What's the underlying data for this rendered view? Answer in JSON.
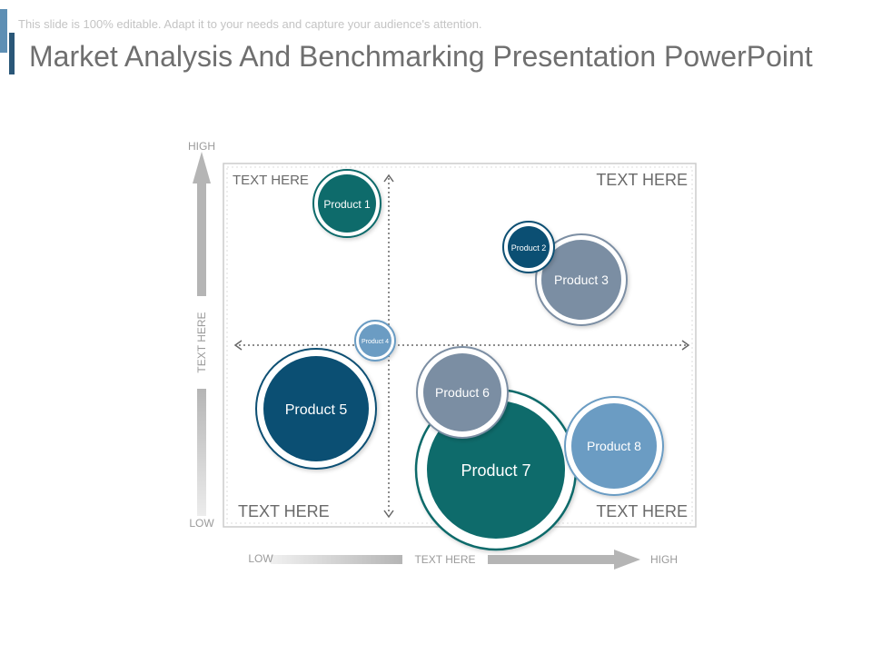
{
  "header": {
    "tagline": "This slide is 100% editable. Adapt it to your needs and capture your audience's attention.",
    "title": "Market Analysis And Benchmarking Presentation PowerPoint"
  },
  "y_axis": {
    "high": "HIGH",
    "low": "LOW",
    "label": "TEXT  HERE"
  },
  "x_axis": {
    "low": "LOW",
    "high": "HIGH",
    "label": "TEXT  HERE"
  },
  "quadrants": {
    "top_left": "TEXT HERE",
    "top_right": "TEXT HERE",
    "bottom_left": "TEXT HERE",
    "bottom_right": "TEXT HERE"
  },
  "products": [
    {
      "label": "Product 1",
      "color": "#0e6b6b"
    },
    {
      "label": "Product 2",
      "color": "#0b4f73"
    },
    {
      "label": "Product 3",
      "color": "#7b8ea3"
    },
    {
      "label": "Product 4",
      "color": "#6b9cc3"
    },
    {
      "label": "Product 5",
      "color": "#0b4f73"
    },
    {
      "label": "Product 6",
      "color": "#7b8ea3"
    },
    {
      "label": "Product 7",
      "color": "#0e6b6b"
    },
    {
      "label": "Product 8",
      "color": "#6b9cc3"
    }
  ],
  "colors": {
    "frame": "#cccccc",
    "divider": "#666666",
    "axis_arrow": "#b8b8b8",
    "accent_dark": "#2a5778",
    "accent_light": "#5e8fb4"
  }
}
